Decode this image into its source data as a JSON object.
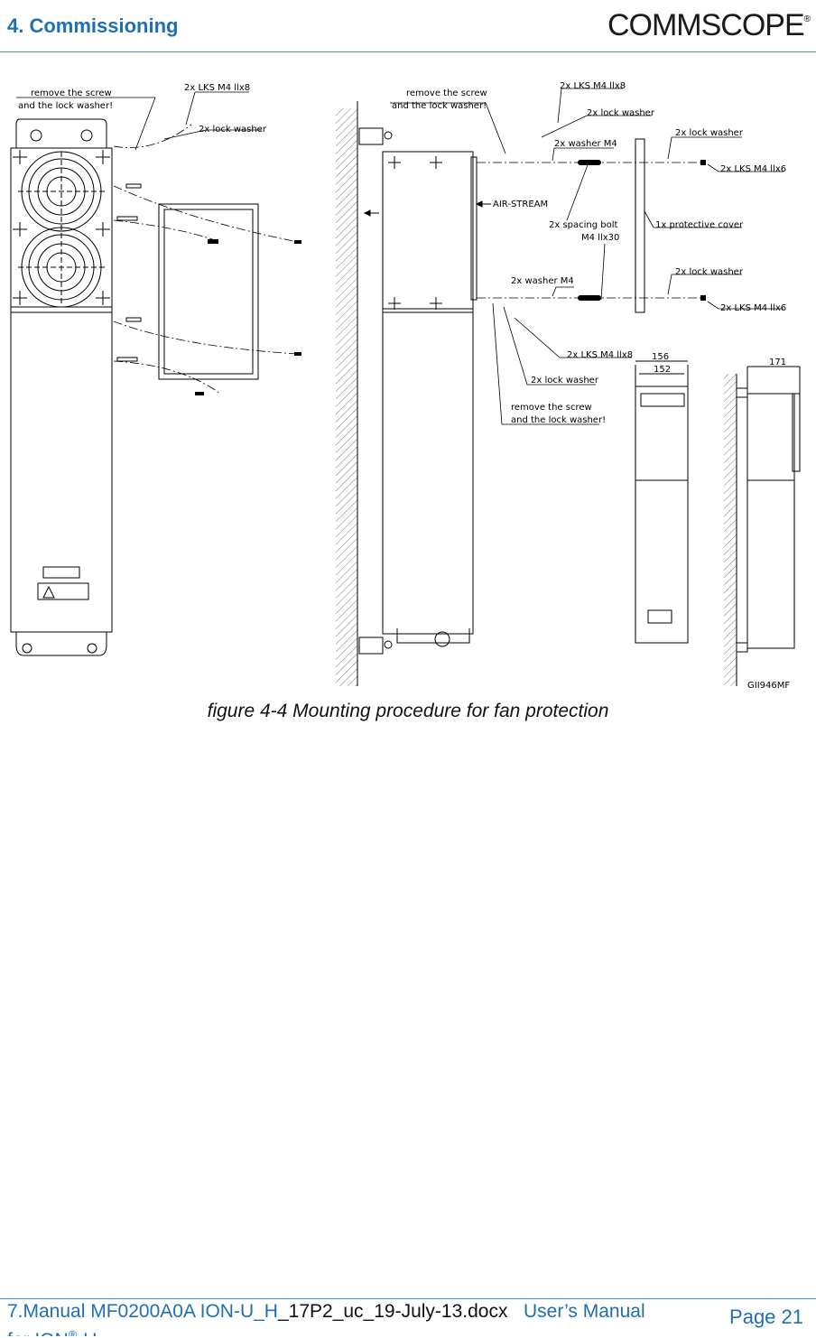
{
  "header": {
    "section_title": "4.  Commissioning",
    "logo_text": "COMMSCOPE",
    "logo_mark": "®"
  },
  "figure": {
    "labels": {
      "remove_screw_l1": "remove the screw",
      "remove_screw_l2": "and the lock washer!",
      "lks_m4x8": "2x LKS M4 llx8",
      "lock_washer": "2x lock washer",
      "washer_m4": "2x washer M4",
      "lks_m4x6": "2x LKS M4 llx6",
      "air_stream": "AIR-STREAM",
      "spacing_bolt_l1": "2x spacing bolt",
      "spacing_bolt_l2": "M4 llx30",
      "protective_cover": "1x protective cover",
      "dim_156": "156",
      "dim_152": "152",
      "dim_171": "171",
      "drawing_id": "GII946MF"
    },
    "caption": "figure 4-4 Mounting procedure for fan protection"
  },
  "footer": {
    "doc_name_blue_1": "7.Manual MF0200A0A ION-U_H",
    "doc_name_black": "_17P2_uc_19-July-13.docx",
    "doc_name_blue_2": "User’s Manual for ION",
    "registered": "®",
    "doc_name_blue_3": "-U",
    "page": "Page 21"
  }
}
